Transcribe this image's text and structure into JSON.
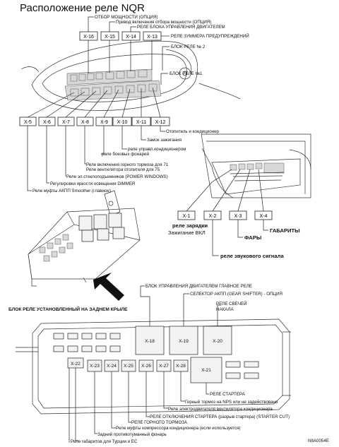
{
  "title": "Расположение реле NQR",
  "code": "N8A0054E",
  "top_relays": [
    "X-16",
    "X-15",
    "X-14",
    "X-13"
  ],
  "top_labels": {
    "power_takeoff": "ОТБОР МОЩНОСТИ (ОПЦИЯ)",
    "pto_drive": "Привод включения отбора мощности (ОПЦИЯ)",
    "ecu_relay": "РЕЛЕ БЛОКА УПРАВЛЕНИЯ ДВИГАТЕЛЕМ",
    "buzzer": "РЕЛЕ ЗУММЕРА ПРЕДУПРЕЖДЕНИЙ",
    "block2": "БЛОК РЕЛЕ № 2",
    "block1": "БЛОК РЕЛЕ №1"
  },
  "row_relays": [
    "X-5",
    "X-6",
    "X-7",
    "X-8",
    "X-9",
    "X-10",
    "X-11",
    "X-12"
  ],
  "row_labels": {
    "heater": "Отопитель и кондиционер",
    "ignition": "Замок зажигания",
    "ac_relay": "реле управл.кондиционером",
    "side_lights": "реле боковых фонарей",
    "hill_brake": "Реле включения горного тормоза для 71",
    "heater_fan": "Реле вентилятора отопителя для 75",
    "power_windows": "Реле эл.стеклоподъемников (POWER WINDOWS)",
    "dimmer": "Регулировки яркости освещения DIMMER",
    "smoother": "Реле муфты АКПП Smoother (главное)"
  },
  "dash_relays": [
    "X-1",
    "X-2",
    "X-3",
    "X-4"
  ],
  "dash_labels": {
    "charge": "реле зарядки",
    "ignition_on": "Зажигание ВКЛ",
    "headlamps": "ФАРЫ",
    "clearance": "ГАБАРИТЫ",
    "horn": "реле звукового сигнала"
  },
  "rear_block_caption": "БЛОК РЕЛЕ УСТАНОВЛЕННЫЙ НА ЗАДНЕМ КРЫЛЕ",
  "bottom_relays_big": [
    "X-18",
    "X-19",
    "X-20",
    "X-21"
  ],
  "bottom_relays_small": [
    "X-22",
    "X-23",
    "X-24",
    "X-25",
    "X-26",
    "X-27",
    "X-28"
  ],
  "bottom_labels": {
    "ecu_main": "БЛОК УПРАВЛЕНИЯ ДВИГАТЕЛЕМ ГЛАВНОЕ РЕЛЕ",
    "shifter": "СЕЛЕКТОР АКПП (GEAR SHIFTER) - ОПЦИЯ",
    "glow_plugs": "РЕЛЕ СВЕЧЕЙ НАКАЛА",
    "starter": "РЕЛЕ СТАРТЕРА",
    "mountain_brake_nps": "Горный тормоз на NPS или не задействовано",
    "ac_fan": "Реле электродвигателя вентилятора кондиционера",
    "starter_cut": "РЕЛЕ ОТКЛЮЧЕНИЯ СТАРТЕРА (разрыв стартера) (STARTER CUT)",
    "mountain_brake": "РЕЛЕ ГОРНОГО ТОРМОЗА",
    "ac_clutch": "Реле муфты компрессора кондиционера (если используется)",
    "fog_rear": "Задний противотуманный фонарь",
    "clearance_tr": "Реле габаритов для Турции и ЕС"
  }
}
